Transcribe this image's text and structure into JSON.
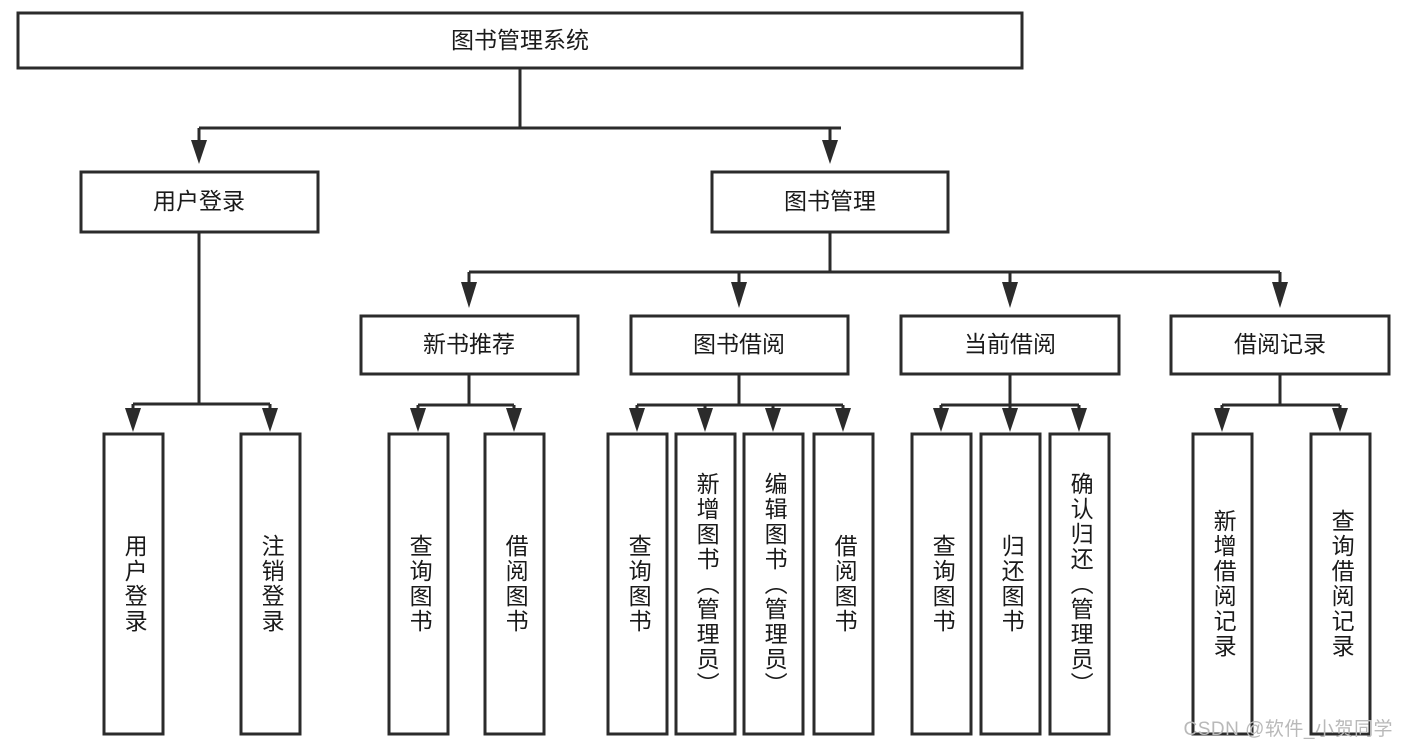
{
  "title": "图书管理系统",
  "watermark": "CSDN @软件_小贺同学",
  "colors": {
    "background": "#ffffff",
    "stroke": "#2b2b2b",
    "text": "#1a1a1a",
    "watermark": "#b9b9b9"
  },
  "chart_data": {
    "type": "diagram",
    "diagram_kind": "tree-hierarchy",
    "title": "图书管理系统",
    "orientation": "top-down",
    "levels": 4,
    "nodes": [
      {
        "id": "root",
        "label": "图书管理系统",
        "level": 0,
        "orientation": "horizontal"
      },
      {
        "id": "login",
        "label": "用户登录",
        "level": 1,
        "orientation": "horizontal"
      },
      {
        "id": "bookmgmt",
        "label": "图书管理",
        "level": 1,
        "orientation": "horizontal"
      },
      {
        "id": "newbook",
        "label": "新书推荐",
        "level": 2,
        "orientation": "horizontal"
      },
      {
        "id": "borrow",
        "label": "图书借阅",
        "level": 2,
        "orientation": "horizontal"
      },
      {
        "id": "current",
        "label": "当前借阅",
        "level": 2,
        "orientation": "horizontal"
      },
      {
        "id": "records",
        "label": "借阅记录",
        "level": 2,
        "orientation": "horizontal"
      },
      {
        "id": "leaf1",
        "label": "用户登录",
        "level": 3,
        "orientation": "vertical"
      },
      {
        "id": "leaf2",
        "label": "注销登录",
        "level": 3,
        "orientation": "vertical"
      },
      {
        "id": "leaf3",
        "label": "查询图书",
        "level": 3,
        "orientation": "vertical"
      },
      {
        "id": "leaf4",
        "label": "借阅图书",
        "level": 3,
        "orientation": "vertical"
      },
      {
        "id": "leaf5",
        "label": "查询图书",
        "level": 3,
        "orientation": "vertical"
      },
      {
        "id": "leaf6",
        "label": "新增图书（管理员）",
        "level": 3,
        "orientation": "vertical"
      },
      {
        "id": "leaf7",
        "label": "编辑图书（管理员）",
        "level": 3,
        "orientation": "vertical"
      },
      {
        "id": "leaf8",
        "label": "借阅图书",
        "level": 3,
        "orientation": "vertical"
      },
      {
        "id": "leaf9",
        "label": "查询图书",
        "level": 3,
        "orientation": "vertical"
      },
      {
        "id": "leaf10",
        "label": "归还图书",
        "level": 3,
        "orientation": "vertical"
      },
      {
        "id": "leaf11",
        "label": "确认归还（管理员）",
        "level": 3,
        "orientation": "vertical"
      },
      {
        "id": "leaf12",
        "label": "新增借阅记录",
        "level": 3,
        "orientation": "vertical"
      },
      {
        "id": "leaf13",
        "label": "查询借阅记录",
        "level": 3,
        "orientation": "vertical"
      }
    ],
    "edges": [
      {
        "from": "root",
        "to": "login"
      },
      {
        "from": "root",
        "to": "bookmgmt"
      },
      {
        "from": "login",
        "to": "leaf1"
      },
      {
        "from": "login",
        "to": "leaf2"
      },
      {
        "from": "bookmgmt",
        "to": "newbook"
      },
      {
        "from": "bookmgmt",
        "to": "borrow"
      },
      {
        "from": "bookmgmt",
        "to": "current"
      },
      {
        "from": "bookmgmt",
        "to": "records"
      },
      {
        "from": "newbook",
        "to": "leaf3"
      },
      {
        "from": "newbook",
        "to": "leaf4"
      },
      {
        "from": "borrow",
        "to": "leaf5"
      },
      {
        "from": "borrow",
        "to": "leaf6"
      },
      {
        "from": "borrow",
        "to": "leaf7"
      },
      {
        "from": "borrow",
        "to": "leaf8"
      },
      {
        "from": "current",
        "to": "leaf9"
      },
      {
        "from": "current",
        "to": "leaf10"
      },
      {
        "from": "current",
        "to": "leaf11"
      },
      {
        "from": "records",
        "to": "leaf12"
      },
      {
        "from": "records",
        "to": "leaf13"
      }
    ]
  },
  "nodes": {
    "root": {
      "label": "图书管理系统"
    },
    "login": {
      "label": "用户登录"
    },
    "bookmgmt": {
      "label": "图书管理"
    },
    "newbook": {
      "label": "新书推荐"
    },
    "borrow": {
      "label": "图书借阅"
    },
    "current": {
      "label": "当前借阅"
    },
    "records": {
      "label": "借阅记录"
    },
    "leaf1": {
      "label": "用户登录"
    },
    "leaf2": {
      "label": "注销登录"
    },
    "leaf3": {
      "label": "查询图书"
    },
    "leaf4": {
      "label": "借阅图书"
    },
    "leaf5": {
      "label": "查询图书"
    },
    "leaf6": {
      "label": "新增图书（管理员）"
    },
    "leaf7": {
      "label": "编辑图书（管理员）"
    },
    "leaf8": {
      "label": "借阅图书"
    },
    "leaf9": {
      "label": "查询图书"
    },
    "leaf10": {
      "label": "归还图书"
    },
    "leaf11": {
      "label": "确认归还（管理员）"
    },
    "leaf12": {
      "label": "新增借阅记录"
    },
    "leaf13": {
      "label": "查询借阅记录"
    }
  }
}
